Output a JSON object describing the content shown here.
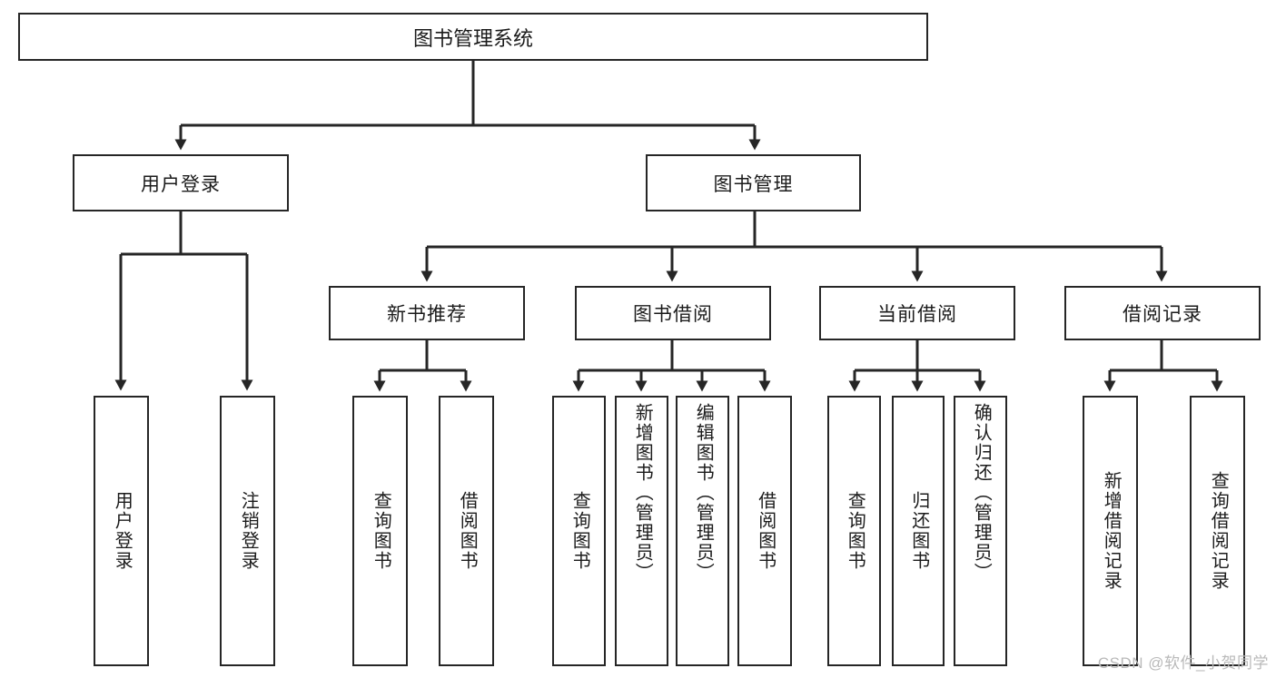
{
  "diagram": {
    "type": "tree-hierarchy",
    "title": "图书管理系统",
    "root": {
      "label": "图书管理系统"
    },
    "level2": [
      {
        "label": "用户登录"
      },
      {
        "label": "图书管理"
      }
    ],
    "level3": [
      {
        "label": "新书推荐"
      },
      {
        "label": "图书借阅"
      },
      {
        "label": "当前借阅"
      },
      {
        "label": "借阅记录"
      }
    ],
    "groups": [
      {
        "parent": "用户登录",
        "leaves": [
          {
            "label": "用户登录"
          },
          {
            "label": "注销登录"
          }
        ]
      },
      {
        "parent": "新书推荐",
        "leaves": [
          {
            "label": "查询图书"
          },
          {
            "label": "借阅图书"
          }
        ]
      },
      {
        "parent": "图书借阅",
        "leaves": [
          {
            "label": "查询图书"
          },
          {
            "label": "新增图书（管理员）"
          },
          {
            "label": "编辑图书（管理员）"
          },
          {
            "label": "借阅图书"
          }
        ]
      },
      {
        "parent": "当前借阅",
        "leaves": [
          {
            "label": "查询图书"
          },
          {
            "label": "归还图书"
          },
          {
            "label": "确认归还（管理员）"
          }
        ]
      },
      {
        "parent": "借阅记录",
        "leaves": [
          {
            "label": "新增借阅记录"
          },
          {
            "label": "查询借阅记录"
          }
        ]
      }
    ]
  },
  "watermark": {
    "text": "CSDN @软件_小贺同学"
  },
  "colors": {
    "stroke": "#262626",
    "fill": "#ffffff",
    "text": "#1b1b1b",
    "watermark": "#b9b9b9"
  }
}
